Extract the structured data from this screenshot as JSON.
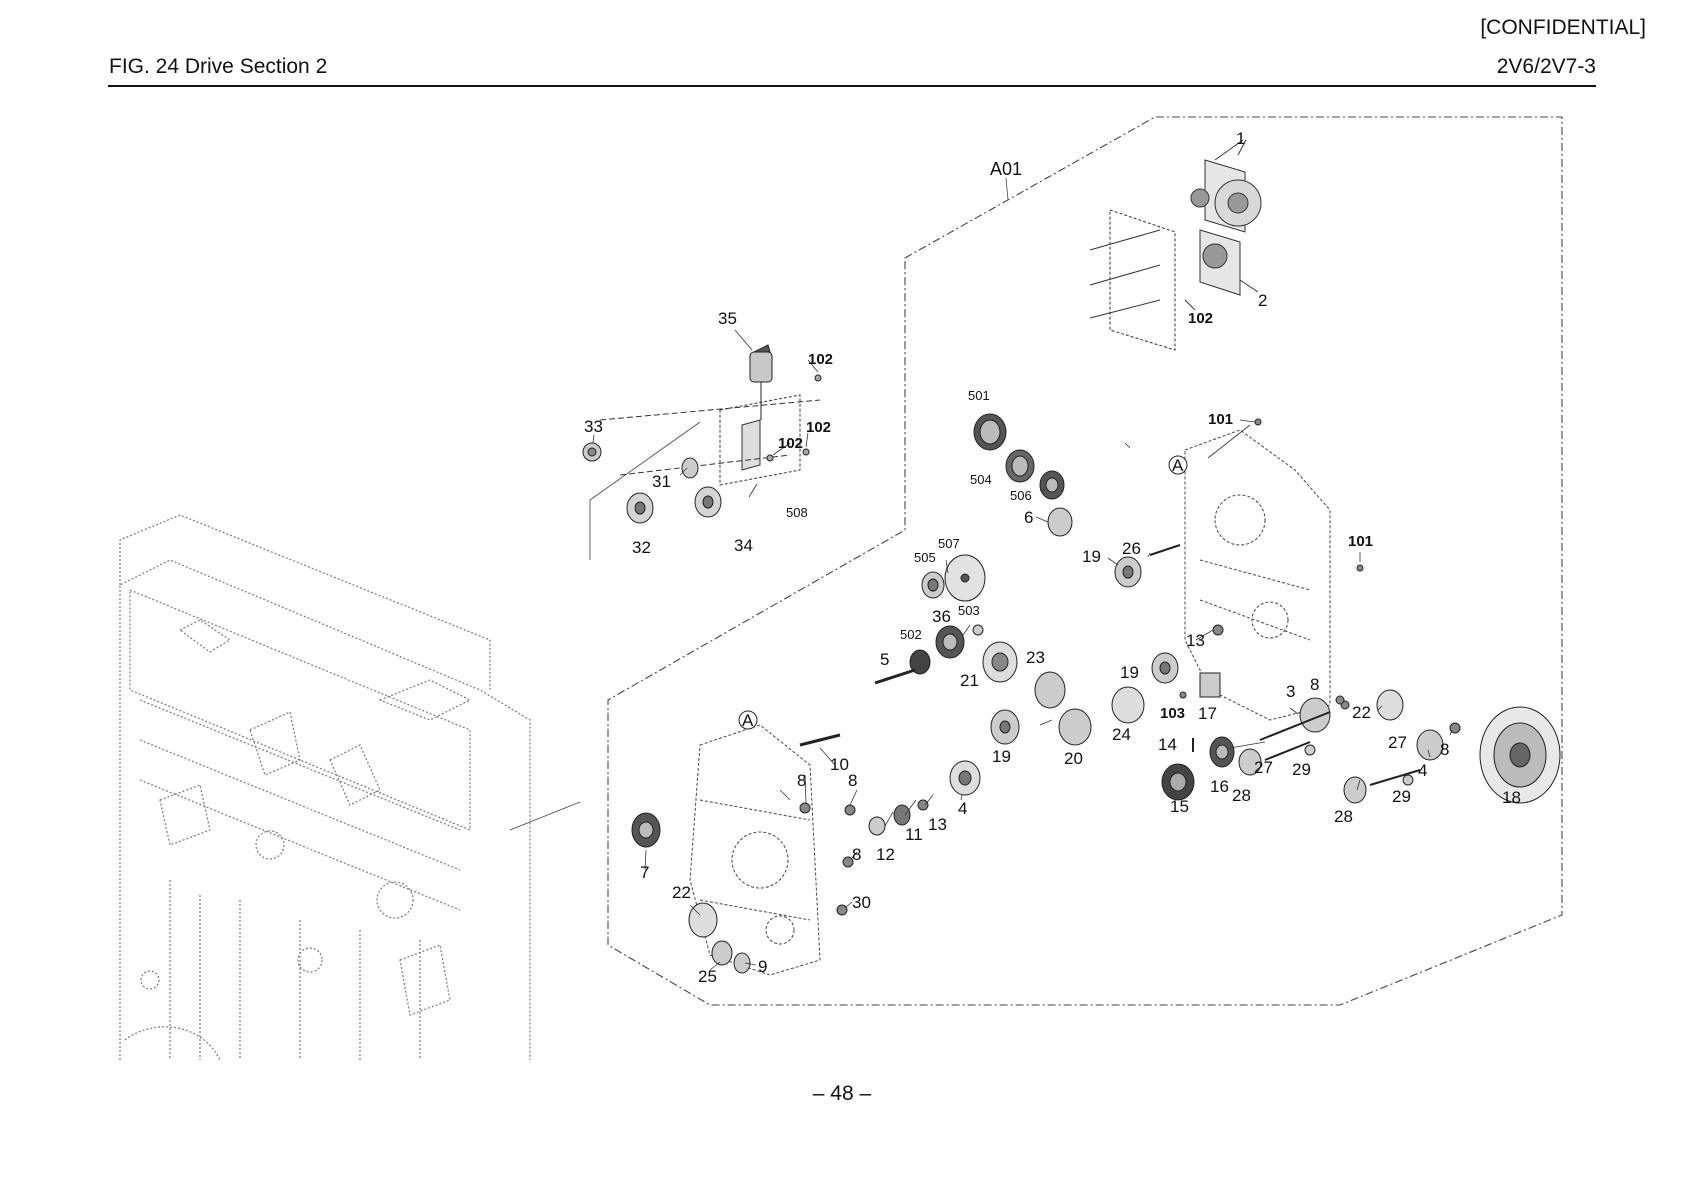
{
  "header": {
    "confidential": "[CONFIDENTIAL]",
    "figure_title": "FIG.  24  Drive Section 2",
    "model_code": "2V6/2V7-3"
  },
  "footer": {
    "page_number": "– 48 –"
  },
  "assembly_label": "A01",
  "callouts": {
    "c1": "1",
    "c2": "2",
    "c3": "3",
    "c4a": "4",
    "c4b": "4",
    "c5": "5",
    "c6": "6",
    "c7": "7",
    "c8a": "8",
    "c8b": "8",
    "c8c": "8",
    "c8d": "8",
    "c8e": "8",
    "c9": "9",
    "c10": "10",
    "c11": "11",
    "c12": "12",
    "c13a": "13",
    "c13b": "13",
    "c14": "14",
    "c15": "15",
    "c16": "16",
    "c17": "17",
    "c18": "18",
    "c19a": "19",
    "c19b": "19",
    "c19c": "19",
    "c20": "20",
    "c21": "21",
    "c22a": "22",
    "c22b": "22",
    "c23": "23",
    "c24": "24",
    "c25": "25",
    "c26": "26",
    "c27a": "27",
    "c27b": "27",
    "c28a": "28",
    "c28b": "28",
    "c29a": "29",
    "c29b": "29",
    "c30": "30",
    "c31": "31",
    "c32": "32",
    "c33": "33",
    "c34": "34",
    "c35": "35",
    "c36": "36",
    "c101a": "101",
    "c101b": "101",
    "c102a": "102",
    "c102b": "102",
    "c102c": "102",
    "c102d": "102",
    "c103": "103",
    "c501": "501",
    "c502": "502",
    "c503": "503",
    "c504": "504",
    "c505": "505",
    "c506": "506",
    "c507": "507",
    "c508": "508",
    "ref_a1": "A",
    "ref_a2": "A"
  }
}
